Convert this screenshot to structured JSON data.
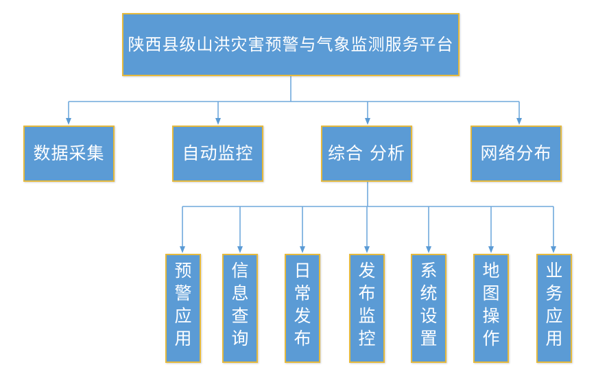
{
  "diagram": {
    "type": "org-chart",
    "title": "陕西县级山洪灾害预警与气象监测服务平台",
    "colors": {
      "node_fill": "#5B9BD5",
      "node_border": "#E5B93C",
      "node_text": "#FFFFFF",
      "connector": "#5B9BD5",
      "background": "#FFFFFF"
    },
    "root": {
      "label": "陕西县级山洪灾害预警与气象监测服务平台"
    },
    "level2": [
      {
        "label": "数据采集"
      },
      {
        "label": "自动监控"
      },
      {
        "label": "综合 分析"
      },
      {
        "label": "网络分布"
      }
    ],
    "level3_parent": "综合 分析",
    "level3": [
      {
        "label": "预警应用"
      },
      {
        "label": "信息查询"
      },
      {
        "label": "日常发布"
      },
      {
        "label": "发布监控"
      },
      {
        "label": "系统设置"
      },
      {
        "label": "地图操作"
      },
      {
        "label": "业务应用"
      }
    ]
  }
}
